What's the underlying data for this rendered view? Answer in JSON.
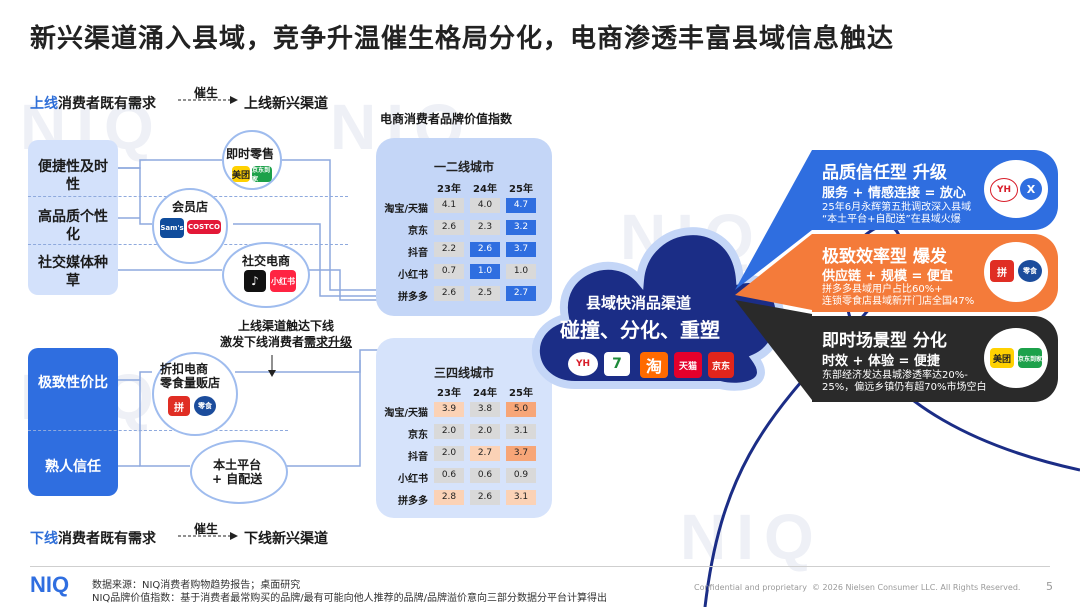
{
  "title": "新兴渠道涌入县域，竞争升温催生格局分化，电商渗透丰富县域信息触达",
  "watermark": "NIQ",
  "top_row": {
    "prefix": "上线",
    "rest": "消费者既有需求",
    "arrow": "催生",
    "target": "上线新兴渠道"
  },
  "bottom_row": {
    "prefix": "下线",
    "rest": "消费者既有需求",
    "arrow": "催生",
    "target": "下线新兴渠道"
  },
  "upper_needs": [
    "便捷性及时性",
    "高品质个性化",
    "社交媒体种草"
  ],
  "lower_needs": [
    "极致性价比",
    "熟人信任"
  ],
  "channels": {
    "instant": "即时零售",
    "member": "会员店",
    "social": "社交电商",
    "discount": "折扣电商\n零食量贩店",
    "local": "本土平台\n+ 自配送"
  },
  "logo_text": {
    "meituan": "美团",
    "jdmall": "京东到家",
    "sams": "Sam's",
    "costco": "COSTCO",
    "douyin": "♪",
    "xhs": "小红书",
    "pdd": "拼",
    "snack": "零食",
    "yh": "YH",
    "hema": "X",
    "tianmao": "天猫",
    "taobao": "淘",
    "jd": "京东",
    "seven": "7"
  },
  "mid_note": {
    "line1": "上线渠道触达下线",
    "line2_a": "激发下线消费者",
    "line2_b": "需求升级"
  },
  "index_title": "电商消费者品牌价值指数",
  "tier1": {
    "title": "一二线城市",
    "years": [
      "23年",
      "24年",
      "25年"
    ],
    "rows": [
      {
        "name": "淘宝/天猫",
        "values": [
          "4.1",
          "4.0",
          "4.7"
        ]
      },
      {
        "name": "京东",
        "values": [
          "2.6",
          "2.3",
          "3.2"
        ]
      },
      {
        "name": "抖音",
        "values": [
          "2.2",
          "2.6",
          "3.7"
        ]
      },
      {
        "name": "小红书",
        "values": [
          "0.7",
          "1.0",
          "1.0"
        ]
      },
      {
        "name": "拼多多",
        "values": [
          "2.6",
          "2.5",
          "2.7"
        ]
      }
    ]
  },
  "tier3": {
    "title": "三四线城市",
    "years": [
      "23年",
      "24年",
      "25年"
    ],
    "rows": [
      {
        "name": "淘宝/天猫",
        "values": [
          "3.9",
          "3.8",
          "5.0"
        ]
      },
      {
        "name": "京东",
        "values": [
          "2.0",
          "2.0",
          "3.1"
        ]
      },
      {
        "name": "抖音",
        "values": [
          "2.0",
          "2.7",
          "3.7"
        ]
      },
      {
        "name": "小红书",
        "values": [
          "0.6",
          "0.6",
          "0.9"
        ]
      },
      {
        "name": "拼多多",
        "values": [
          "2.8",
          "2.6",
          "3.1"
        ]
      }
    ]
  },
  "cloud": {
    "line1": "县域快消品渠道",
    "line2": "碰撞、分化、重塑"
  },
  "cards": [
    {
      "title": "品质信任型 升级",
      "sub": "服务 + 情感连接 = 放心",
      "d1": "25年6月永辉第五批调改深入县域",
      "d2": "“本土平台+自配送”在县域火爆"
    },
    {
      "title": "极致效率型 爆发",
      "sub": "供应链 + 规模 = 便宜",
      "d1": "拼多多县域用户占比60%+",
      "d2": "连锁零食店县域新开门店全国47%"
    },
    {
      "title": "即时场景型 分化",
      "sub": "时效 + 体验 = 便捷",
      "d1": "东部经济发达县城渗透率达20%-",
      "d2": "25%，偏远乡镇仍有超70%市场空白"
    }
  ],
  "footer": {
    "logo": "NIQ",
    "line1": "数据来源：NIQ消费者购物趋势报告；桌面研究",
    "line2": "NIQ品牌价值指数：基于消费者最常购买的品牌/最有可能向他人推荐的品牌/品牌溢价意向三部分数据分平台计算得出",
    "confidential": "Confidential and proprietary",
    "copyright": "© 2026 Nielsen Consumer LLC. All Rights Reserved.",
    "page": "5"
  },
  "colors": {
    "blue": "#2f6ee0",
    "light_blue": "#d3e1fb",
    "navy": "#1b2d86",
    "orange": "#f47b3a",
    "dark": "#2a2a2a"
  }
}
